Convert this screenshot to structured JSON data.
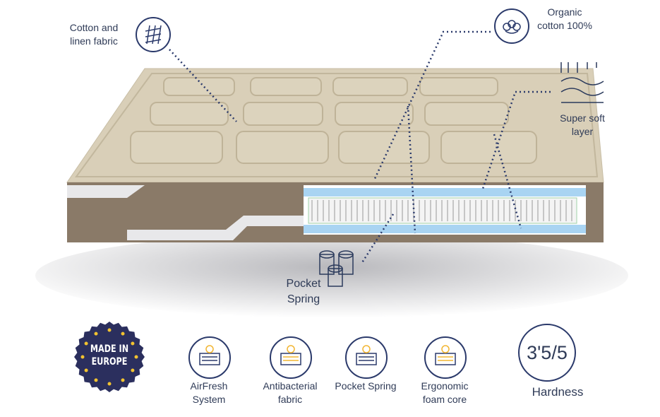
{
  "callouts": {
    "cotton_linen": "Cotton and linen fabric",
    "organic_cotton": "Organic cotton 100%",
    "super_soft": "Super soft layer",
    "pocket_spring": "Pocket Spring"
  },
  "badge": {
    "line1": "MADE IN",
    "line2": "EUROPE"
  },
  "features": [
    {
      "icon": "airfresh-icon",
      "label": "AirFresh System"
    },
    {
      "icon": "antibacterial-icon",
      "label": "Antibacterial fabric"
    },
    {
      "icon": "pocket-spring-icon",
      "label": "Pocket Spring"
    },
    {
      "icon": "ergonomic-foam-icon",
      "label": "Ergonomic foam core"
    }
  ],
  "hardness": {
    "value": "3'5/5",
    "label": "Hardness"
  },
  "colors": {
    "navy": "#2b3a6b",
    "gold": "#f2b531",
    "fabric": "#d9cfb8",
    "side": "#8a7a68",
    "foam": "#a9d4f2"
  }
}
